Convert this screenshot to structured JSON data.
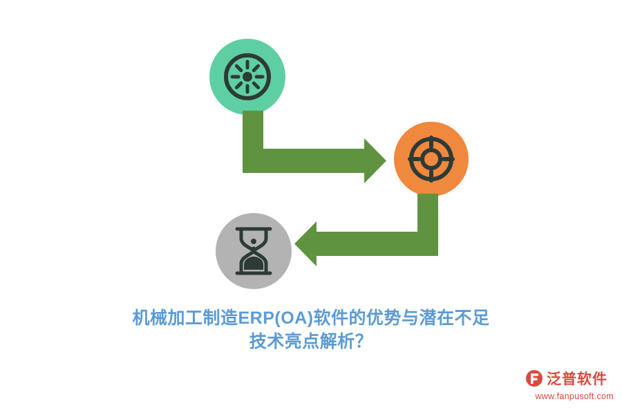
{
  "diagram": {
    "nodes": [
      {
        "id": "gear",
        "icon_name": "gear-icon",
        "color": "#5ecfa2",
        "label": ""
      },
      {
        "id": "target",
        "icon_name": "target-icon",
        "color": "#f0883e",
        "label": ""
      },
      {
        "id": "hourglass",
        "icon_name": "hourglass-icon",
        "color": "#b3b3b3",
        "label": ""
      }
    ],
    "arrows": [
      {
        "id": "gear-to-target",
        "color": "#5f9340",
        "direction": "right"
      },
      {
        "id": "target-to-hourglass",
        "color": "#5f9340",
        "direction": "left"
      }
    ]
  },
  "caption": {
    "color": "#5b9bd5",
    "line1": "机械加工制造ERP(OA)软件的优势与潜在不足",
    "line2": "技术亮点解析？"
  },
  "branding": {
    "logo_icon_name": "fanpu-logo-icon",
    "name": "泛普软件",
    "url": "www.fanpusoft.com",
    "color": "#d94a3d"
  }
}
